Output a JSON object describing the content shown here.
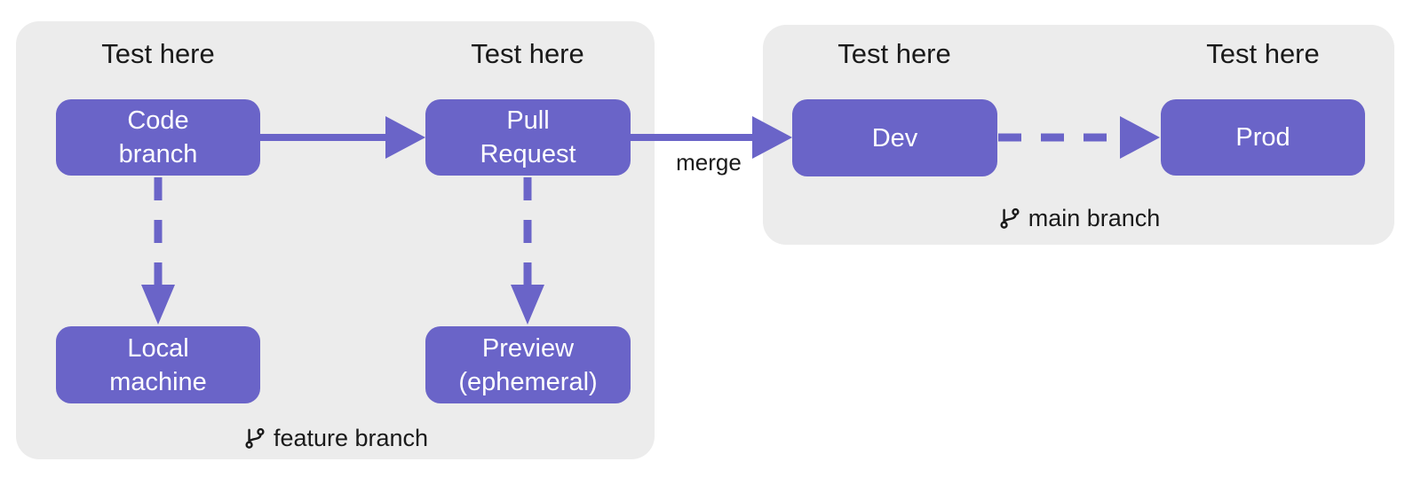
{
  "colors": {
    "accent": "#6a64c8",
    "container_bg": "#ececec",
    "text": "#1a1a1a",
    "node_text": "#ffffff",
    "canvas_bg": "#ffffff"
  },
  "labels": {
    "test_here": "Test here",
    "merge": "merge"
  },
  "feature_branch": {
    "label": "feature branch",
    "icon": "git-branch-icon",
    "nodes": {
      "code_branch": [
        "Code",
        "branch"
      ],
      "pull_request": [
        "Pull",
        "Request"
      ],
      "local_machine": [
        "Local",
        "machine"
      ],
      "preview": [
        "Preview",
        "(ephemeral)"
      ]
    }
  },
  "main_branch": {
    "label": "main branch",
    "icon": "git-branch-icon",
    "nodes": {
      "dev": [
        "Dev"
      ],
      "prod": [
        "Prod"
      ]
    }
  }
}
